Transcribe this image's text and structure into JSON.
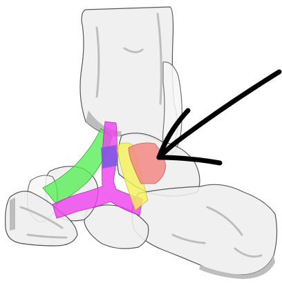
{
  "illustration": {
    "subject": "ankle-foot-bones-with-ligaments",
    "colors": {
      "background": "#ffffff",
      "bone_fill": "#eeeeee",
      "bone_fill_light": "#f6f6f6",
      "bone_stroke": "#555555",
      "bone_shadow": "#bdbdbd",
      "ligament_green": "#55ee55",
      "ligament_magenta": "#ee44ee",
      "ligament_yellow": "#f4f25a",
      "ligament_red": "#f28a86",
      "ligament_overlap": "#6a55e0",
      "arrow": "#000000"
    },
    "arrow": {
      "icon": "pointer-arrow",
      "direction": "points-to-red-ligament"
    }
  }
}
